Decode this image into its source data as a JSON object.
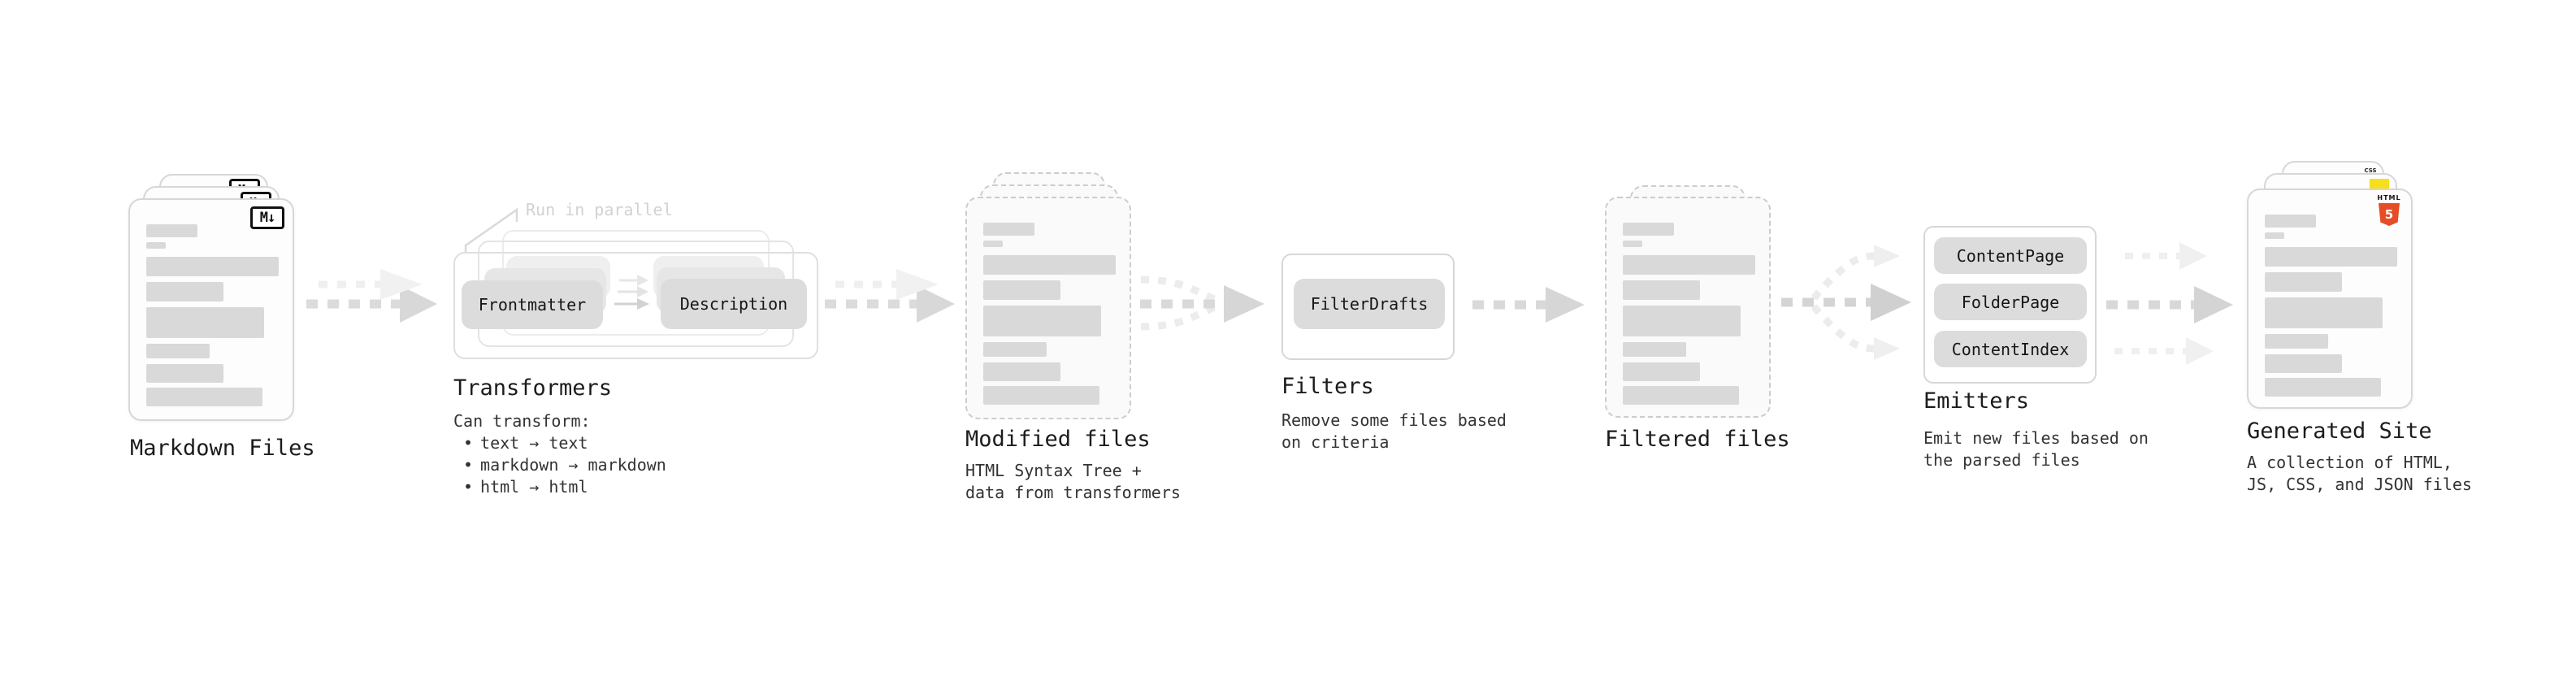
{
  "colors": {
    "background": "#ffffff",
    "title_text": "#1c1c1c",
    "body_text": "#333333",
    "parallel_note_text": "#d2d2d2",
    "card_border": "#d7d7d7",
    "dashed_card_border": "#cccccc",
    "content_bar": "#d9d9d9",
    "chip_bg": "#dcdcdc",
    "arrow_main": "#d9d9d9",
    "arrow_ghost": "#efefef",
    "html5_orange": "#e44d26",
    "js_yellow": "#f7df1e",
    "css_blue": "#2965f1"
  },
  "stages": {
    "markdown_files": {
      "title": "Markdown Files",
      "file_icon": "M↓"
    },
    "transformers": {
      "title": "Transformers",
      "parallel_note": "Run in parallel",
      "chip_left": "Frontmatter",
      "chip_right": "Description",
      "desc_heading": "Can transform:",
      "bullet_char": "•",
      "bullets": [
        "text → text",
        "markdown → markdown",
        "html → html"
      ]
    },
    "modified_files": {
      "title": "Modified files",
      "desc_lines": [
        "HTML Syntax Tree +",
        "data from transformers"
      ]
    },
    "filters": {
      "title": "Filters",
      "chip": "FilterDrafts",
      "desc_lines": [
        "Remove some files based",
        "on criteria"
      ]
    },
    "filtered_files": {
      "title": "Filtered files"
    },
    "emitters": {
      "title": "Emitters",
      "chips": [
        "ContentPage",
        "FolderPage",
        "ContentIndex"
      ],
      "desc_lines": [
        "Emit new files based on",
        "the parsed files"
      ]
    },
    "generated_site": {
      "title": "Generated Site",
      "badges": {
        "html5_label": "HTML",
        "html5_number": "5",
        "css_label": "CSS"
      },
      "desc_lines": [
        "A collection of HTML,",
        "JS, CSS, and JSON files"
      ]
    }
  }
}
